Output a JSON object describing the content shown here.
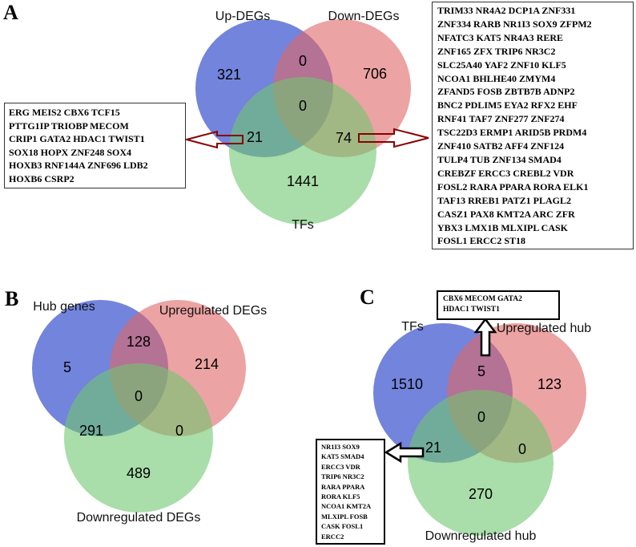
{
  "colors": {
    "set1": "#5b6fd6",
    "set2": "#e06666",
    "set3": "#70c770",
    "arrow_red": "#8b0000",
    "arrow_black": "#000000"
  },
  "panels": [
    {
      "letter": "A",
      "sets": [
        "Up-DEGs",
        "Down-DEGs",
        "TFs"
      ],
      "counts": {
        "only1": "321",
        "only2": "706",
        "only3": "1441",
        "n12": "0",
        "n13": "21",
        "n23": "74",
        "n123": "0"
      },
      "boxes": [
        {
          "lines": [
            "ERG MEIS2 CBX6 TCF15",
            "PTTG1IP TRIOBP MECOM",
            "CRIP1 GATA2 HDAC1 TWIST1",
            "SOX18 HOPX ZNF248 SOX4",
            "HOXB3 RNF144A ZNF696 LDB2",
            "HOXB6 CSRP2"
          ]
        },
        {
          "lines": [
            "TRIM33 NR4A2 DCP1A ZNF331",
            "ZNF334 RARB NR1I3 SOX9 ZFPM2",
            "NFATC3 KAT5 NR4A3 RERE",
            "ZNF165 ZFX TRIP6 NR3C2",
            "SLC25A40 YAF2 ZNF10 KLF5",
            "NCOA1 BHLHE40 ZMYM4",
            "ZFAND5 FOSB ZBTB7B ADNP2",
            "BNC2 PDLIM5 EYA2 RFX2 EHF",
            "RNF41 TAF7 ZNF277 ZNF274",
            "TSC22D3 ERMP1 ARID5B PRDM4",
            "ZNF410 SATB2 AFF4 ZNF124",
            "TULP4 TUB ZNF134 SMAD4",
            "CREBZF ERCC3 CREBL2 VDR",
            "FOSL2 RARA PPARA RORA ELK1",
            "TAF13 RREB1 PATZ1 PLAGL2",
            "CASZ1 PAX8 KMT2A ARC ZFR",
            "YBX3 LMX1B MLXIPL CASK",
            "FOSL1 ERCC2 ST18"
          ]
        }
      ]
    },
    {
      "letter": "B",
      "sets": [
        "Hub genes",
        "Upregulated DEGs",
        "Downregulated DEGs"
      ],
      "counts": {
        "only1": "5",
        "only2": "214",
        "only3": "489",
        "n12": "128",
        "n13": "291",
        "n23": "0",
        "n123": "0"
      }
    },
    {
      "letter": "C",
      "sets": [
        "TFs",
        "Upregulated hub",
        "Downregulated hub"
      ],
      "counts": {
        "only1": "1510",
        "only2": "123",
        "only3": "270",
        "n12": "5",
        "n13": "21",
        "n23": "0",
        "n123": "0"
      },
      "boxes": [
        {
          "lines": [
            "CBX6 MECOM GATA2",
            "HDAC1 TWIST1"
          ]
        },
        {
          "lines": [
            "NR1I3 SOX9",
            "KAT5 SMAD4",
            "ERCC3 VDR",
            "TRIP6 NR3C2",
            "RARA PPARA",
            "RORA KLF5",
            "NCOA1 KMT2A",
            "MLXIPL FOSB",
            "CASK FOSL1",
            "ERCC2"
          ]
        }
      ]
    }
  ]
}
